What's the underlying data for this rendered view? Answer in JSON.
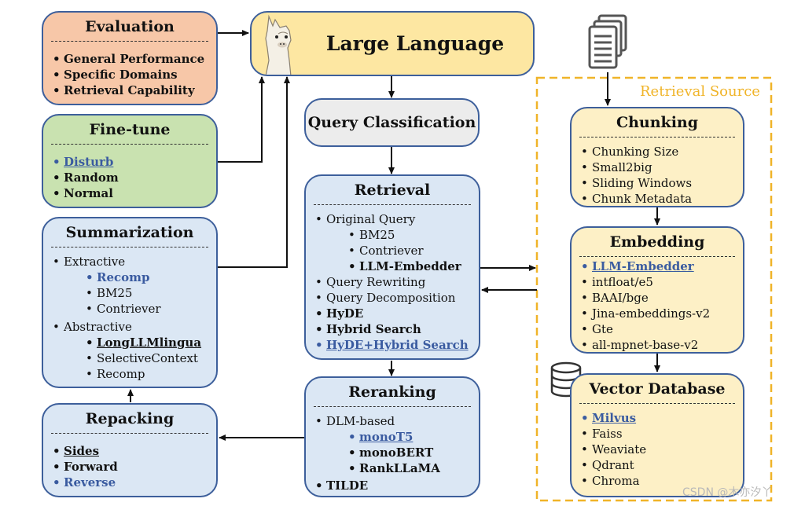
{
  "llm": {
    "title": "Large Language Model"
  },
  "query_classification": {
    "title": "Query Classification"
  },
  "evaluation": {
    "title": "Evaluation",
    "items": [
      "General Performance",
      "Specific Domains",
      "Retrieval Capability"
    ]
  },
  "finetune": {
    "title": "Fine-tune",
    "items": [
      "Disturb",
      "Random",
      "Normal"
    ]
  },
  "summarization": {
    "title": "Summarization",
    "extractive": "Extractive",
    "extractive_items": [
      "Recomp",
      "BM25",
      "Contriever"
    ],
    "abstractive": "Abstractive",
    "abstractive_items": [
      "LongLLMlingua",
      "SelectiveContext",
      "Recomp"
    ]
  },
  "repacking": {
    "title": "Repacking",
    "items": [
      "Sides",
      "Forward",
      "Reverse"
    ]
  },
  "retrieval": {
    "title": "Retrieval",
    "original_query": "Original Query",
    "original_items": [
      "BM25",
      "Contriever",
      "LLM-Embedder"
    ],
    "items": [
      "Query Rewriting",
      "Query Decomposition",
      "HyDE",
      "Hybrid Search",
      "HyDE+Hybrid Search"
    ]
  },
  "reranking": {
    "title": "Reranking",
    "dlm": "DLM-based",
    "dlm_items": [
      "monoT5",
      "monoBERT",
      "RankLLaMA"
    ],
    "tilde": "TILDE"
  },
  "retrieval_source": {
    "label": "Retrieval Source"
  },
  "chunking": {
    "title": "Chunking",
    "items": [
      "Chunking Size",
      "Small2big",
      "Sliding Windows",
      "Chunk Metadata"
    ]
  },
  "embedding": {
    "title": "Embedding",
    "items": [
      "LLM-Embedder",
      "intfloat/e5",
      "BAAI/bge",
      "Jina-embeddings-v2",
      "Gte",
      "all-mpnet-base-v2"
    ]
  },
  "vector_db": {
    "title": "Vector Database",
    "items": [
      "Milvus",
      "Faiss",
      "Weaviate",
      "Qdrant",
      "Chroma"
    ]
  },
  "watermark": "CSDN @木亦汐丫",
  "icons": [
    "llama-icon",
    "documents-icon",
    "database-icon"
  ],
  "colors": {
    "border": "#3d5f9b",
    "highlight": "#3a5ba0",
    "retrieval_source": "#f0b429",
    "evaluation": "#f7c7a8",
    "finetune": "#c9e2b0",
    "blue_box": "#dbe7f4",
    "source_box": "#fdf0c6",
    "llm": "#fde7a2",
    "query_classification": "#ececec"
  }
}
